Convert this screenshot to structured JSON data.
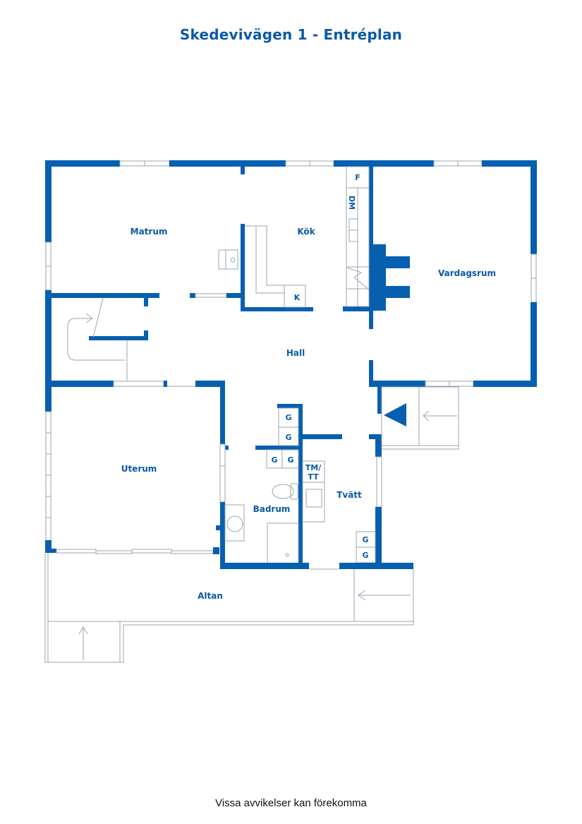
{
  "title": "Skedevivägen 1 - Entréplan",
  "footer": "Vissa avvikelser kan förekomma",
  "colors": {
    "wall": "#075fb0",
    "text": "#0b5aa6",
    "fixture_line": "#9aa6b2"
  },
  "rooms": {
    "matrum": "Matrum",
    "kok": "Kök",
    "vardagsrum": "Vardagsrum",
    "hall": "Hall",
    "uterum": "Uterum",
    "badrum": "Badrum",
    "tvatt": "Tvätt",
    "altan": "Altan"
  },
  "fixtures": {
    "fridge": "F",
    "dishwasher": "DM",
    "kitchen_k": "K",
    "washer_line1": "TM/",
    "washer_line2": "TT",
    "wardrobe": "G"
  },
  "icons": [
    "entrance-triangle-icon",
    "stair-arrow-icon",
    "deck-arrow-icon",
    "toilet-icon",
    "sink-icon",
    "stove-icon",
    "fireplace-icon"
  ]
}
